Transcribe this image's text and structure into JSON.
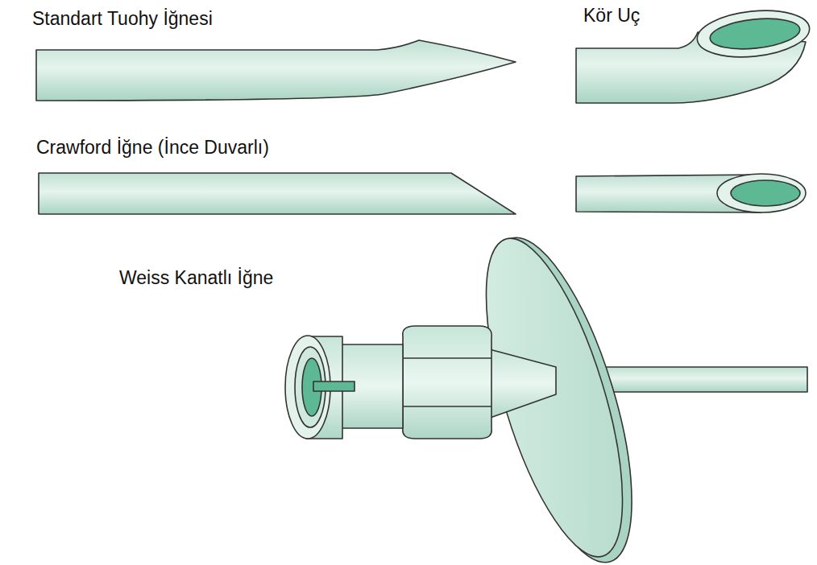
{
  "diagram": {
    "labels": [
      "Standart Tuohy İğnesi",
      "Kör Uç",
      "Crawford İğne (İnce Duvarlı)",
      "Weiss Kanatlı İğne"
    ]
  }
}
